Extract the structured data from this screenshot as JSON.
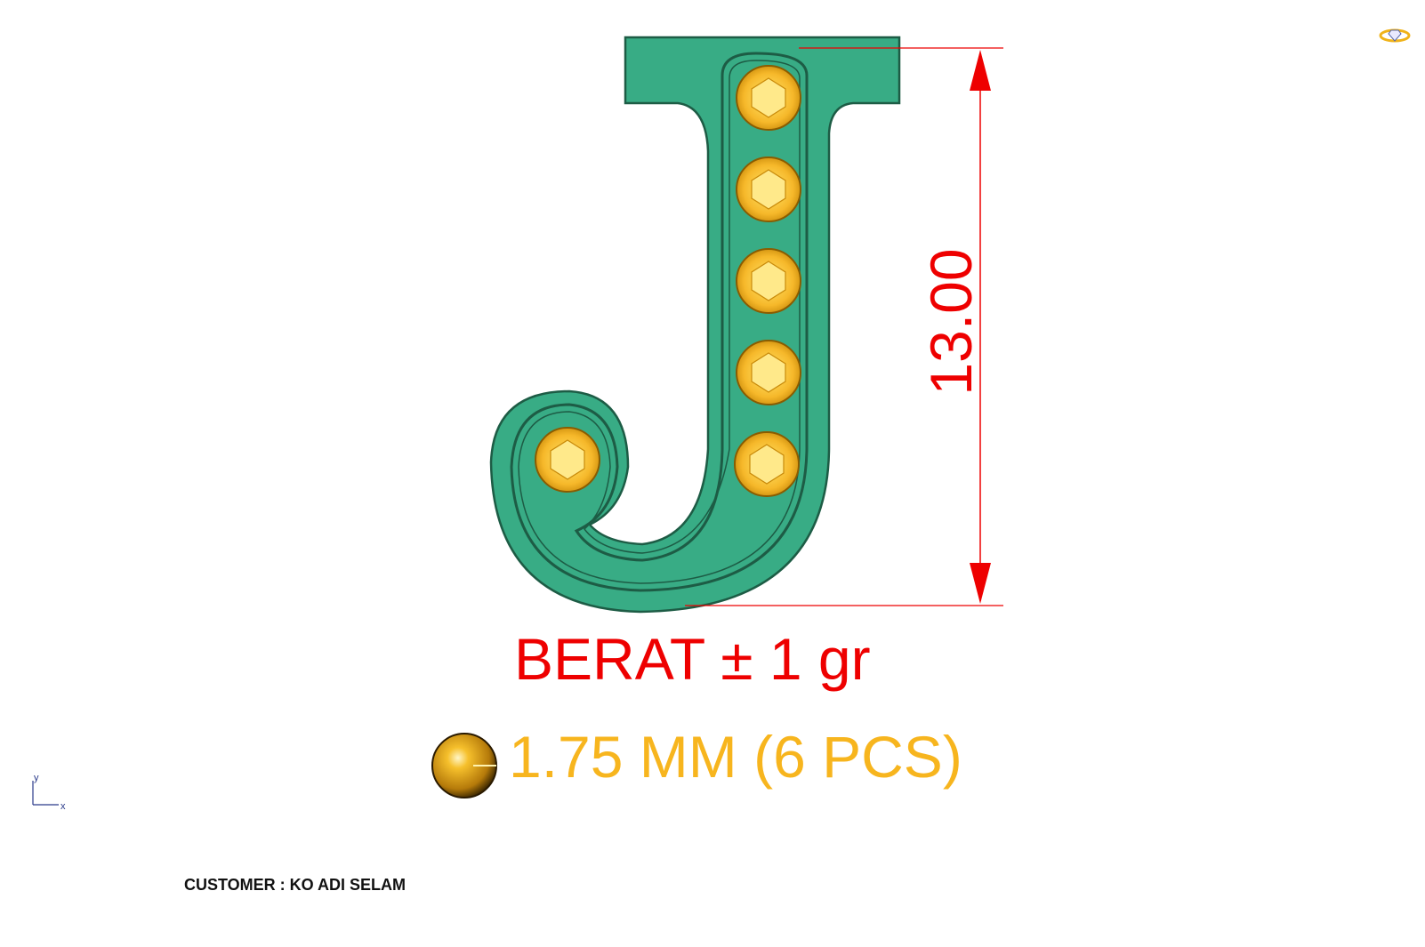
{
  "design": {
    "letter": "J",
    "stone_count": 6,
    "colors": {
      "metal": "#38ac85",
      "metal_edge": "#1d5c45",
      "stone": "#f4b72a",
      "dimension": "#ee0000",
      "stone_label": "#f7b51e"
    }
  },
  "dimension": {
    "value_label": "13.00"
  },
  "labels": {
    "weight": "BERAT ± 1 gr",
    "stone_spec": "1.75 MM (6 PCS)",
    "customer": "CUSTOMER : KO ADI SELAM"
  },
  "axis_indicator": {
    "y_label": "y",
    "x_label": "x"
  },
  "icons": {
    "gem_ring": "gem-ring-icon",
    "gold_sphere": "gold-sphere-icon"
  }
}
